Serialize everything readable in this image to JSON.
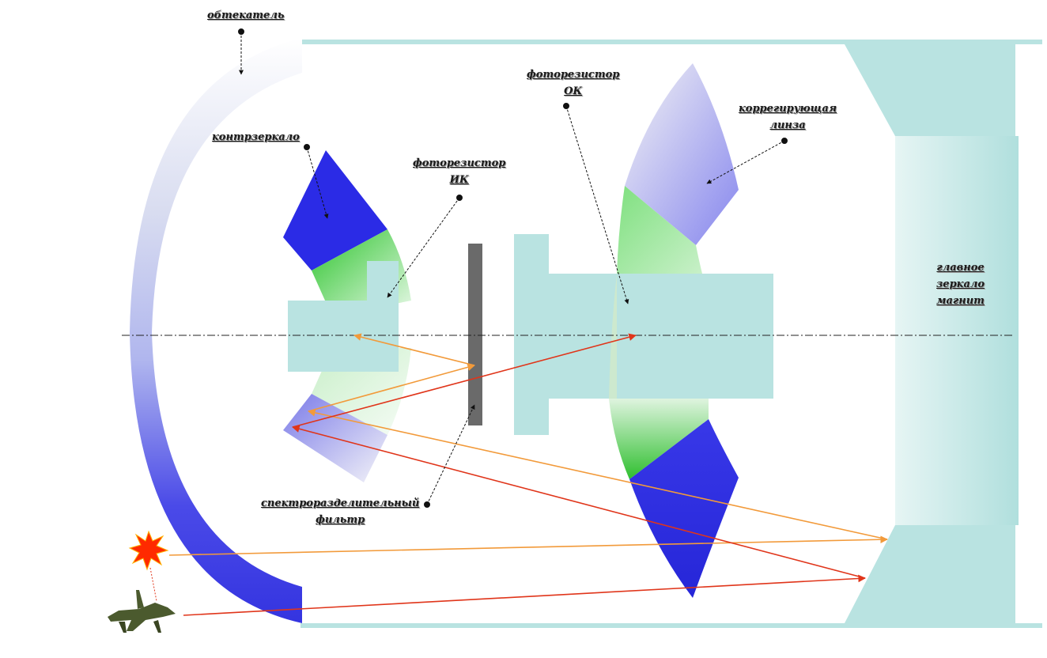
{
  "labels": {
    "fairing": "обтекатель",
    "counter_mirror": "контрзеркало",
    "photoresistor_ir": [
      "фоторезистор",
      "ИК"
    ],
    "photoresistor_ok": [
      "фоторезистор",
      "ОК"
    ],
    "correcting_lens": [
      "коррегирующая",
      "линза"
    ],
    "main_mirror": [
      "главное",
      "зеркало",
      "магнит"
    ],
    "spectral_filter": [
      "спектроразделительный",
      "фильтр"
    ]
  },
  "colors": {
    "housing": "#b9e3e1",
    "mirror_blue": "#2b2be6",
    "lens_green": "#45c745",
    "filter_gray": "#6a6a6a",
    "ray_orange": "#f29a3a",
    "ray_red": "#e0351a"
  },
  "icons": [
    "explosion-icon",
    "aircraft-icon"
  ]
}
